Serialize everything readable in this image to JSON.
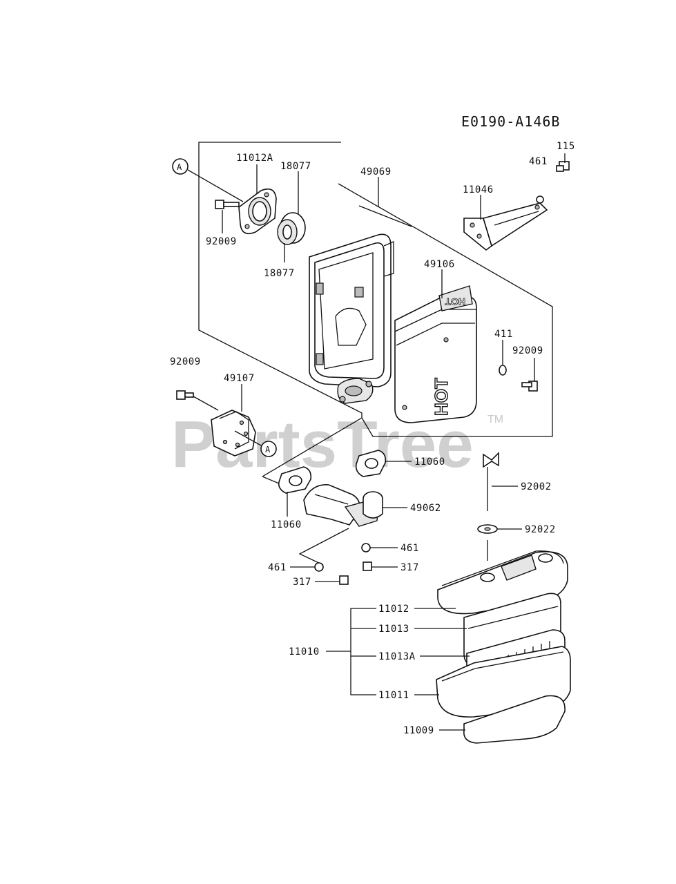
{
  "diagram_code": "E0190-A146B",
  "watermark": {
    "brand": "PartsTree",
    "trademark": "TM"
  },
  "ref_marker": "A",
  "hot_label": "HOT",
  "labels": {
    "p11012A": "11012A",
    "p18077_top": "18077",
    "p18077_bot": "18077",
    "p49069": "49069",
    "p11046": "11046",
    "p461_top": "461",
    "p115": "115",
    "p92009_left": "92009",
    "p49106": "49106",
    "p411": "411",
    "p92009_right": "92009",
    "p92009_mid": "92009",
    "p49107": "49107",
    "p11060_right": "11060",
    "p92002": "92002",
    "p11060_left": "11060",
    "p49062": "49062",
    "p92022": "92022",
    "p461_a": "461",
    "p461_b": "461",
    "p317_a": "317",
    "p317_b": "317",
    "p11012": "11012",
    "p11013": "11013",
    "p11010": "11010",
    "p11013A": "11013A",
    "p11011": "11011",
    "p11009": "11009"
  }
}
